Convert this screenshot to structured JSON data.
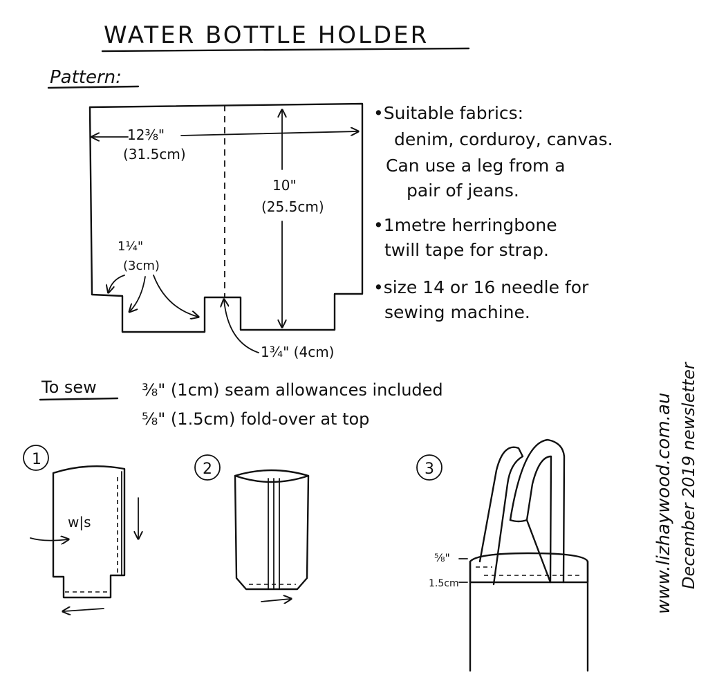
{
  "title": "WATER BOTTLE HOLDER",
  "pattern_heading": "Pattern:",
  "pattern": {
    "width_dim": "12⅜\"",
    "width_metric": "(31.5cm)",
    "height_dim": "10\"",
    "height_metric": "(25.5cm)",
    "notch_dim": "1¼\"",
    "notch_metric": "(3cm)",
    "gap_dim": "1¾\" (4cm)"
  },
  "notes": [
    [
      "•Suitable fabrics:",
      "denim, corduroy, canvas.",
      "Can use a leg from a",
      "pair of jeans."
    ],
    [
      "•1metre herringbone",
      "twill tape for strap."
    ],
    [
      "•size 14 or 16 needle for",
      "sewing machine."
    ]
  ],
  "sew": {
    "heading": "To sew",
    "line1": "⅜\"  (1cm) seam  allowances  included",
    "line2": "⅝\" (1.5cm) fold-over at top"
  },
  "steps": {
    "step1_number": "1",
    "step2_number": "2",
    "step3_number": "3",
    "ws_label": "w|s",
    "fold_imperial": "⅝\"",
    "fold_metric": "1.5cm"
  },
  "credit": {
    "website": "www.lizhaywood.com.au",
    "newsletter": "December 2019 newsletter"
  }
}
